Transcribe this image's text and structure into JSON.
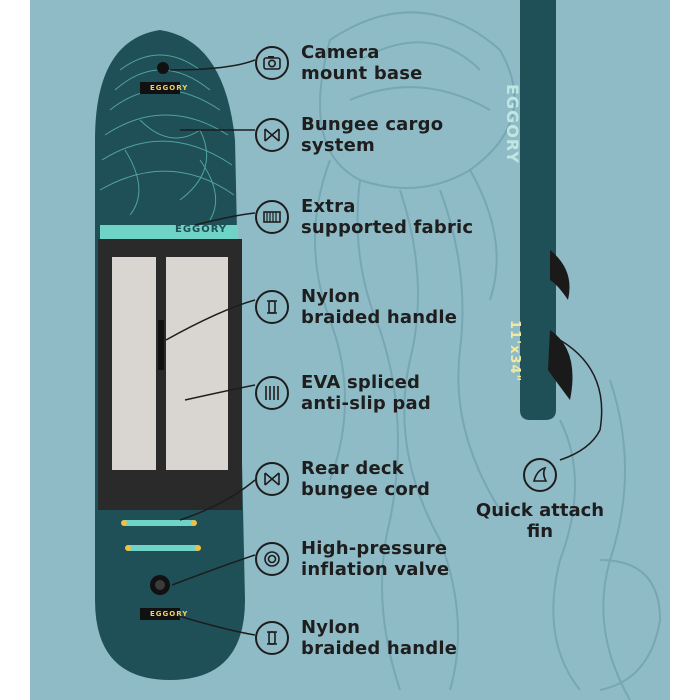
{
  "features": [
    {
      "name": "camera-mount",
      "icon": "camera-icon",
      "label": "Camera\nmount base"
    },
    {
      "name": "bungee-cargo",
      "icon": "bungee-icon",
      "label": "Bungee cargo\nsystem"
    },
    {
      "name": "extra-fabric",
      "icon": "fabric-icon",
      "label": "Extra\nsupported fabric"
    },
    {
      "name": "nylon-handle-1",
      "icon": "handle-icon",
      "label": "Nylon\nbraided handle"
    },
    {
      "name": "eva-pad",
      "icon": "pad-icon",
      "label": "EVA spliced\nanti-slip pad"
    },
    {
      "name": "rear-bungee",
      "icon": "bungee-icon",
      "label": "Rear deck\nbungee cord"
    },
    {
      "name": "valve",
      "icon": "valve-icon",
      "label": "High-pressure\ninflation valve"
    },
    {
      "name": "nylon-handle-2",
      "icon": "handle-icon",
      "label": "Nylon\nbraided handle"
    }
  ],
  "fin": {
    "icon": "fin-icon",
    "label": "Quick attach\nfin"
  },
  "board": {
    "brand": "EGGORY",
    "side_brand": "EGGORY",
    "size": "11'x34\"",
    "colors": {
      "board": "#1f4f57",
      "accent": "#6fd3c7",
      "pad": "#d9d6d1",
      "background": "#8fbbc6"
    }
  }
}
